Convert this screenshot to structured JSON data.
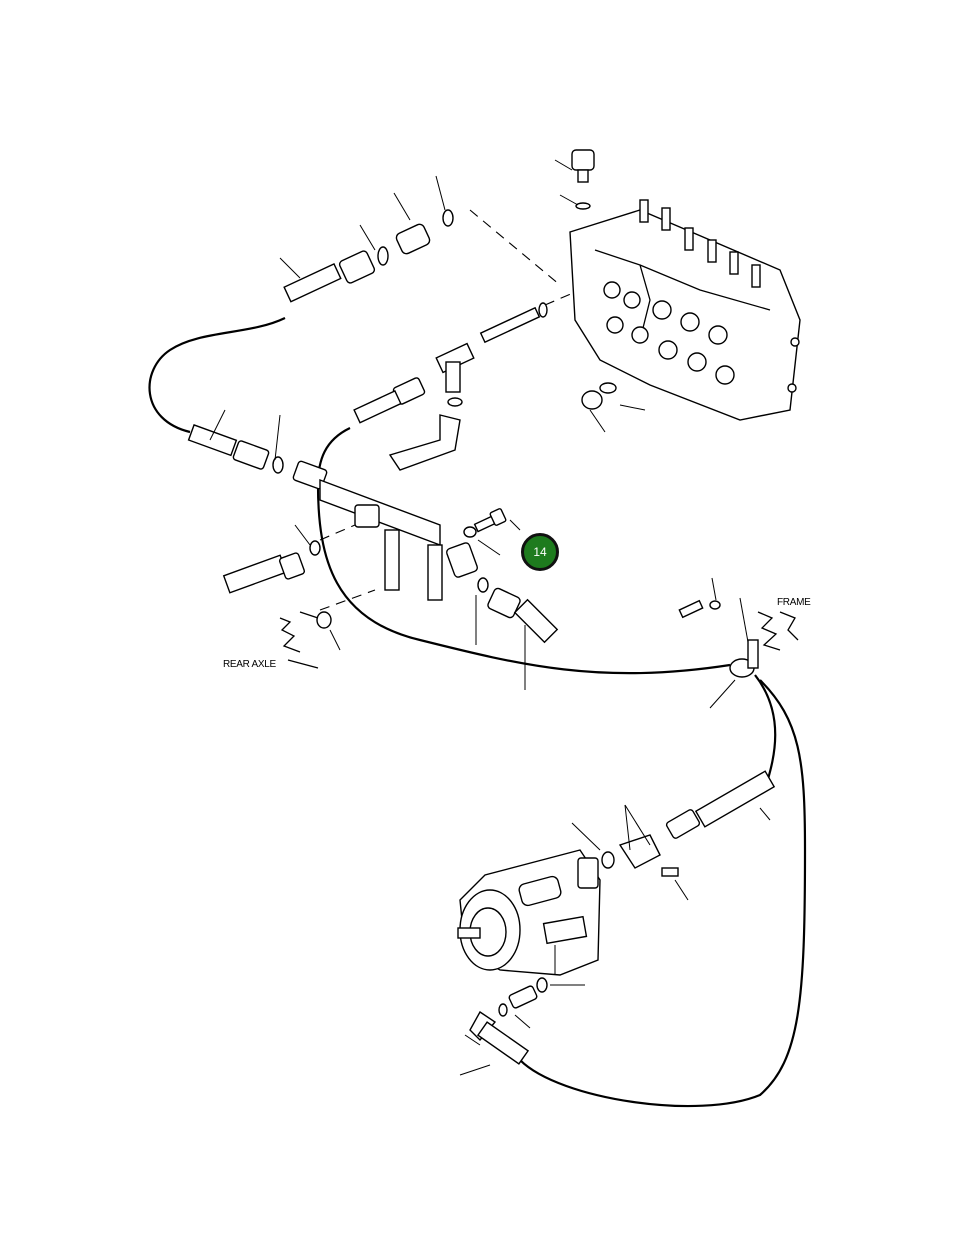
{
  "labels": {
    "frame": "FRAME",
    "rear_axle": "REAR AXLE"
  },
  "callout": {
    "number": "14",
    "fill_color": "#1e7b1e"
  }
}
